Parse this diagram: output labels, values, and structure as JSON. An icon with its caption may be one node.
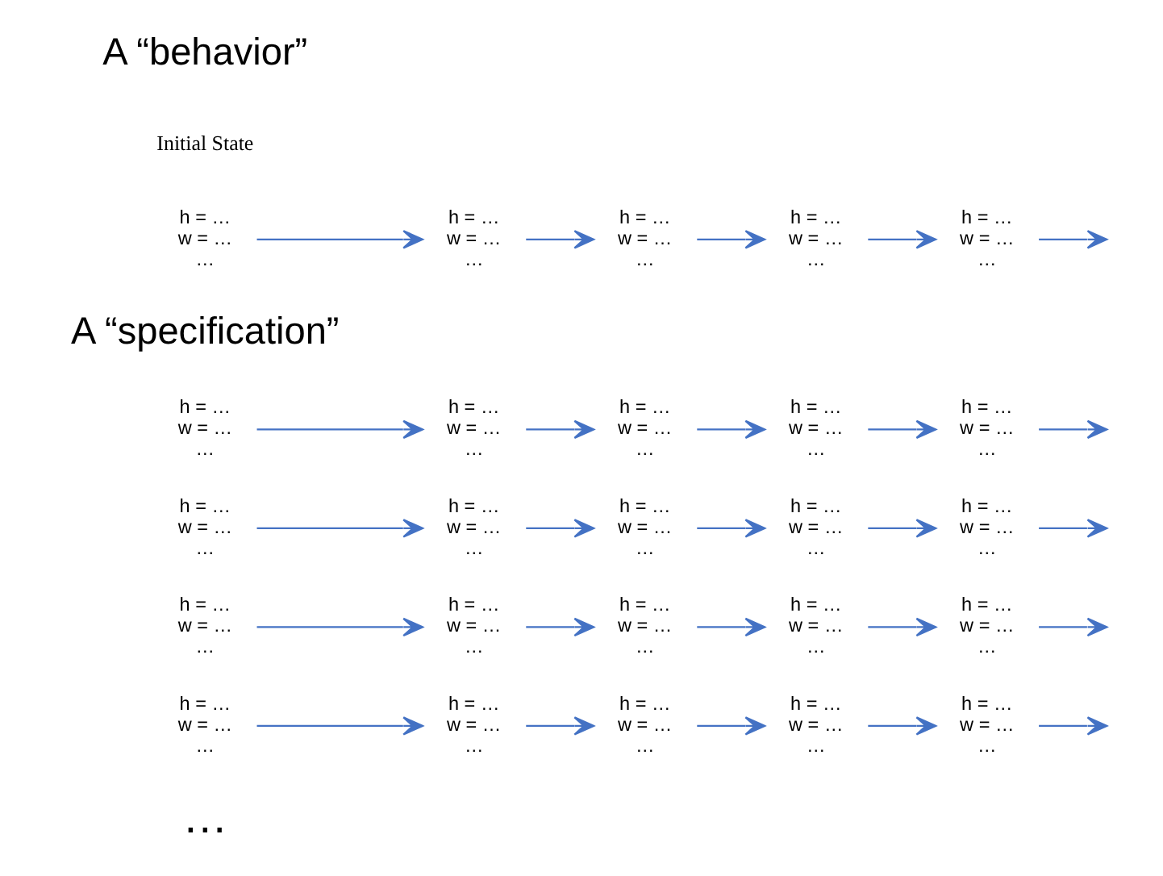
{
  "diagram": {
    "nodes": [
      {
        "text": [
          "h = …",
          "w = …",
          "…"
        ],
        "beside": [
          "Initial State"
        ]
      },
      {
        "text": [
          "h = …",
          "w = …",
          "…"
        ]
      },
      {
        "text": [
          "h = …",
          "w = …",
          "…"
        ]
      },
      {
        "text": [
          "h = …",
          "w = …",
          "…"
        ]
      },
      {
        "text": [
          "h = …",
          "w = …",
          "…"
        ]
      },
      {
        "text": [
          "h = …",
          "w = …",
          "…"
        ]
      },
      {
        "text": [
          "h = …",
          "w = …",
          "…"
        ]
      },
      {
        "text": [
          "h = …",
          "w = …",
          "…"
        ]
      },
      {
        "text": [
          "h = …",
          "w = …",
          "…"
        ]
      },
      {
        "text": [
          "h = …",
          "w = …",
          "…"
        ]
      },
      {
        "text": [
          "h = …",
          "w = …",
          "…"
        ]
      },
      {
        "text": [
          "h = …",
          "w = …",
          "…"
        ]
      },
      {
        "text": [
          "h = …",
          "w = …",
          "…"
        ]
      },
      {
        "text": [
          "h = …",
          "w = …",
          "…"
        ]
      },
      {
        "text": [
          "h = …",
          "w = …",
          "…"
        ]
      },
      {
        "text": [
          "h = …",
          "w = …",
          "…"
        ]
      },
      {
        "text": [
          "h = …",
          "w = …",
          "…"
        ]
      },
      {
        "text": [
          "h = …",
          "w = …",
          "…"
        ]
      },
      {
        "text": [
          "h = …",
          "w = …",
          "…"
        ]
      },
      {
        "text": [
          "h = …",
          "w = …",
          "…"
        ]
      },
      {
        "text": [
          "h = …",
          "w = …",
          "…"
        ]
      },
      {
        "text": [
          "h = …",
          "w = …",
          "…"
        ]
      },
      {
        "text": [
          "h = …",
          "w = …",
          "…"
        ]
      },
      {
        "text": [
          "h = …",
          "w = …",
          "…"
        ]
      },
      {
        "text": [
          "h = …",
          "w = …",
          "…"
        ]
      }
    ],
    "edges": [
      {
        "from": 0,
        "to": 1,
        "arrow": "to"
      },
      {
        "from": 1,
        "to": 2,
        "arrow": "to"
      },
      {
        "from": 2,
        "to": 3,
        "arrow": "to"
      },
      {
        "from": 3,
        "to": 4,
        "arrow": "to"
      },
      {
        "from": 4,
        "to": null,
        "arrow": "to"
      },
      {
        "from": 5,
        "to": 6,
        "arrow": "to"
      },
      {
        "from": 6,
        "to": 7,
        "arrow": "to"
      },
      {
        "from": 7,
        "to": 8,
        "arrow": "to"
      },
      {
        "from": 8,
        "to": 9,
        "arrow": "to"
      },
      {
        "from": 9,
        "to": null,
        "arrow": "to"
      },
      {
        "from": 10,
        "to": 11,
        "arrow": "to"
      },
      {
        "from": 11,
        "to": 12,
        "arrow": "to"
      },
      {
        "from": 12,
        "to": 13,
        "arrow": "to"
      },
      {
        "from": 13,
        "to": 14,
        "arrow": "to"
      },
      {
        "from": 14,
        "to": null,
        "arrow": "to"
      },
      {
        "from": 15,
        "to": 16,
        "arrow": "to"
      },
      {
        "from": 16,
        "to": 17,
        "arrow": "to"
      },
      {
        "from": 17,
        "to": 18,
        "arrow": "to"
      },
      {
        "from": 18,
        "to": 19,
        "arrow": "to"
      },
      {
        "from": 19,
        "to": null,
        "arrow": "to"
      },
      {
        "from": 20,
        "to": 21,
        "arrow": "to"
      },
      {
        "from": 21,
        "to": 22,
        "arrow": "to"
      },
      {
        "from": 22,
        "to": 23,
        "arrow": "to"
      },
      {
        "from": 23,
        "to": 24,
        "arrow": "to"
      },
      {
        "from": 24,
        "to": null,
        "arrow": "to"
      }
    ],
    "labels": [
      "A “behavior”",
      "A “specification”",
      "…"
    ]
  }
}
